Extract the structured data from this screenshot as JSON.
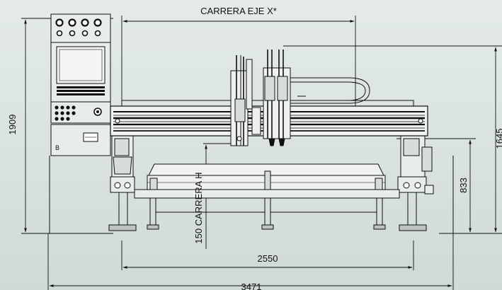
{
  "drawing": {
    "labels": {
      "x_stroke": "CARRERA EJE X*",
      "h_stroke": "150 CARRERA H",
      "height_total": "1909",
      "height_right": "1645",
      "height_table": "833",
      "width_rails": "2550",
      "width_total": "3471"
    },
    "colors": {
      "background": "#dbe3e2",
      "line": "#111111",
      "machine_fill": "#e8ecea"
    }
  }
}
